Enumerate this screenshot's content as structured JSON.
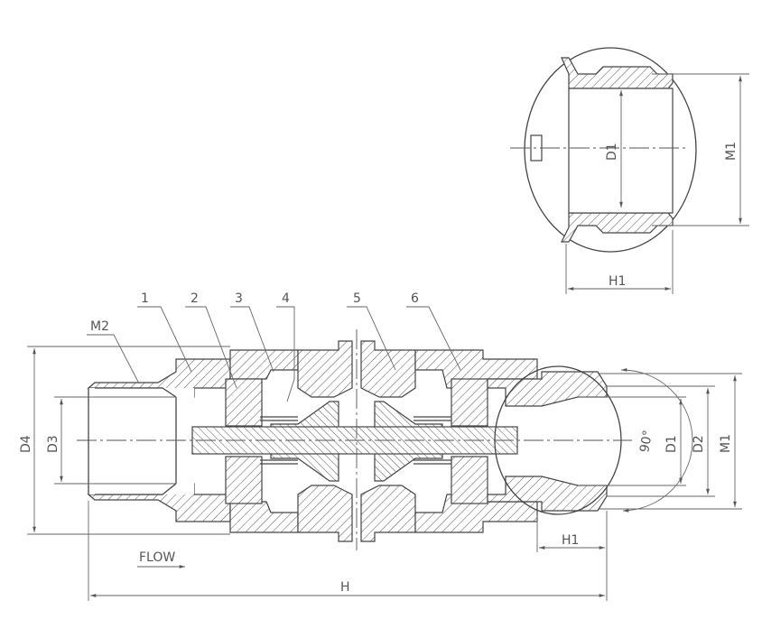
{
  "part_labels": [
    "1",
    "2",
    "3",
    "4",
    "5",
    "6"
  ],
  "thread_label": "M2",
  "dimensions": {
    "D4": "D4",
    "D3": "D3",
    "D1": "D1",
    "D2": "D2",
    "M1": "M1",
    "H": "H",
    "H1": "H1",
    "angle": "90°"
  },
  "detail": {
    "D1": "D1",
    "M1": "M1",
    "H1": "H1"
  },
  "flow_label": "FLOW",
  "colors": {
    "line": "#444444",
    "dimension": "#666666",
    "background": "#ffffff"
  }
}
